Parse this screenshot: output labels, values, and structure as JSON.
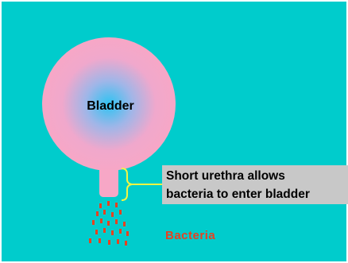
{
  "diagram": {
    "bladder_label": "Bladder",
    "callout_line1": "Short urethra allows",
    "callout_line2": "bacteria to enter bladder",
    "bacteria_label": "Bacteria"
  },
  "colors": {
    "background": "#00cccc",
    "bladder_edge": "#f7a7c6",
    "bladder_center": "#2fc3f2",
    "brace": "#f3f542",
    "callout_box": "#c8c8c8",
    "bacteria": "#e8411f",
    "text_dark": "#000000"
  }
}
